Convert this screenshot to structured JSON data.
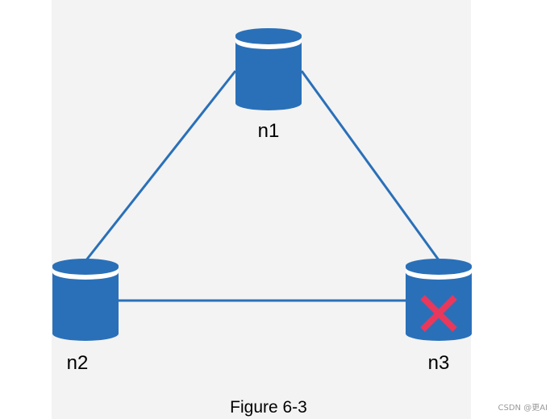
{
  "colors": {
    "node_body": "#2a70b8",
    "node_top": "#2a70b8",
    "node_ring": "#ffffff",
    "edge": "#2a70b8",
    "failure_mark": "#e8385c",
    "panel_background": "#f3f3f3"
  },
  "nodes": [
    {
      "id": "n1",
      "label": "n1",
      "failed": false
    },
    {
      "id": "n2",
      "label": "n2",
      "failed": false
    },
    {
      "id": "n3",
      "label": "n3",
      "failed": true,
      "status_icon": "x-icon"
    }
  ],
  "edges": [
    {
      "from": "n1",
      "to": "n2"
    },
    {
      "from": "n1",
      "to": "n3"
    },
    {
      "from": "n2",
      "to": "n3"
    }
  ],
  "caption": "Figure 6-3",
  "watermark": "CSDN @更AI"
}
